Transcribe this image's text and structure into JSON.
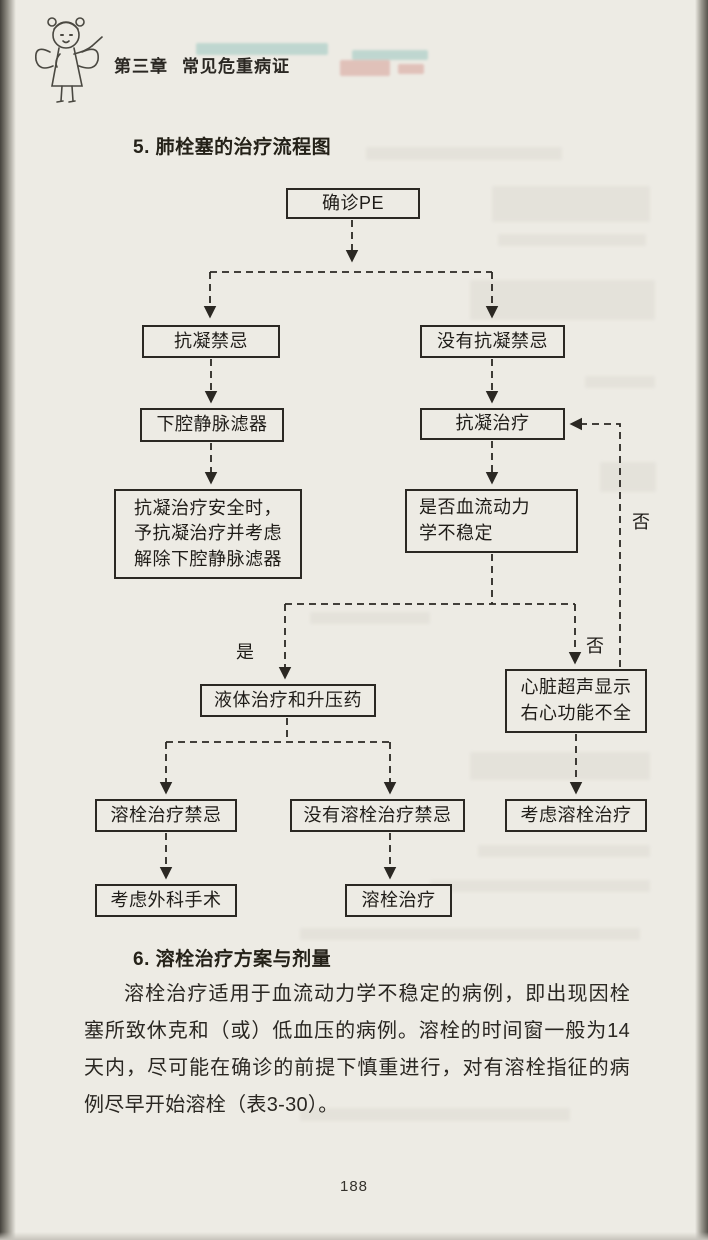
{
  "page": {
    "chapter_label": "第三章",
    "chapter_title": "常见危重病证",
    "page_number": "188",
    "colors": {
      "ink": "#2a2724",
      "paper": "#edebe4"
    }
  },
  "section5": {
    "title": "5. 肺栓塞的治疗流程图"
  },
  "flowchart": {
    "nodes": {
      "confirm_pe": "确诊PE",
      "anticoag_contra": "抗凝禁忌",
      "no_anticoag_contra": "没有抗凝禁忌",
      "ivc_filter": "下腔静脉滤器",
      "anticoag_therapy": "抗凝治疗",
      "anticoag_safe": "抗凝治疗安全时，\n予抗凝治疗并考虑\n解除下腔静脉滤器",
      "hemodynamic_unstable": "是否血流动力\n学不稳定",
      "fluid_vasopressor": "液体治疗和升压药",
      "echo_rv_dysfunction": "心脏超声显示\n右心功能不全",
      "thrombolysis_contra": "溶栓治疗禁忌",
      "no_thrombolysis_contra": "没有溶栓治疗禁忌",
      "consider_thrombolysis": "考虑溶栓治疗",
      "consider_surgery": "考虑外科手术",
      "thrombolysis": "溶栓治疗"
    },
    "labels": {
      "yes": "是",
      "no": "否"
    }
  },
  "section6": {
    "title": "6. 溶栓治疗方案与剂量",
    "paragraph": "溶栓治疗适用于血流动力学不稳定的病例，即出现因栓塞所致休克和（或）低血压的病例。溶栓的时间窗一般为14天内，尽可能在确诊的前提下慎重进行，对有溶栓指征的病例尽早开始溶栓（表3-30）。"
  }
}
